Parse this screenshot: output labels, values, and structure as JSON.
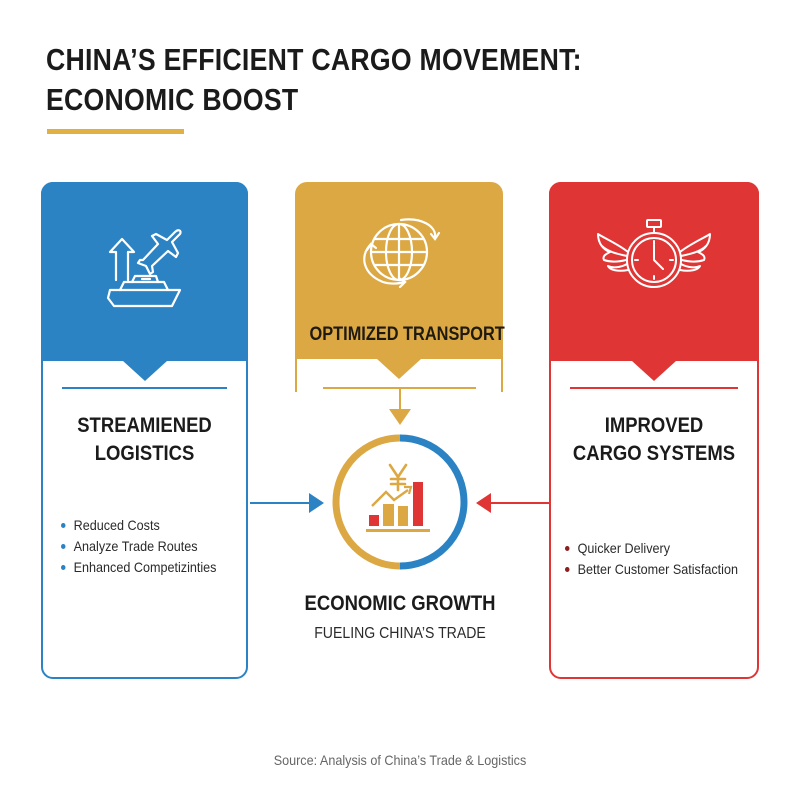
{
  "header": {
    "title_line1": "CHINA’S EFFICIENT CARGO MOVEMENT:",
    "title_line2": "ECONOMIC BOOST"
  },
  "colors": {
    "blue": "#2b83c4",
    "gold": "#dca844",
    "red": "#e03535",
    "title_underline": "#e0b043",
    "text_dark": "#1b1b1b",
    "source_text": "#666666"
  },
  "cards": {
    "left": {
      "icon": "plane-ship-export-icon",
      "title_line1": "STREAMIENED",
      "title_line2": "LOGISTICS",
      "items": [
        "Reduced Costs",
        "Analyze Trade Routes",
        "Enhanced Competizinties"
      ]
    },
    "middle": {
      "icon": "globe-arrows-icon",
      "title": "OPTIMIZED TRANSPORT"
    },
    "right": {
      "icon": "winged-stopwatch-icon",
      "title_line1": "IMPROVED",
      "title_line2": "CARGO SYSTEMS",
      "items": [
        "Quicker Delivery",
        "Better Customer Satisfaction"
      ]
    }
  },
  "hub": {
    "icon": "yen-growth-chart-icon",
    "title": "ECONOMIC GROWTH",
    "subtitle": "FUELING CHINA’S TRADE"
  },
  "footer": {
    "source": "Source: Analysis of China’s Trade & Logistics"
  }
}
